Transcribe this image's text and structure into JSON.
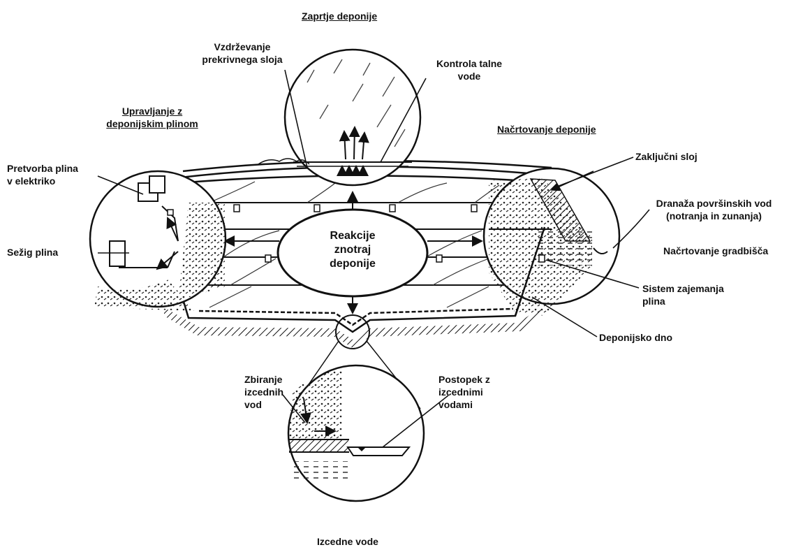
{
  "headings": {
    "closure": "Zaprtje deponije",
    "gas_management": [
      "Upravljanje z",
      "deponijskim plinom"
    ],
    "design": "Načrtovanje deponije"
  },
  "labels": {
    "cover_maintenance": [
      "Vzdrževanje",
      "prekrivnega sloja"
    ],
    "groundwater_control": [
      "Kontrola talne",
      "vode"
    ],
    "gas_to_power": [
      "Pretvorba plina",
      "v elektriko"
    ],
    "gas_flare": "Sežig plina",
    "final_cover": "Zaključni sloj",
    "surface_drainage": [
      "Dranaža površinskih vod",
      "(notranja in zunanja)"
    ],
    "site_planning": "Načrtovanje gradbišča",
    "gas_collection": [
      "Sistem zajemanja",
      "plina"
    ],
    "landfill_bottom": "Deponijsko dno",
    "center_reactions": [
      "Reakcije",
      "znotraj",
      "deponije"
    ],
    "leachate_collection": [
      "Zbiranje",
      "izcednih",
      "vod"
    ],
    "leachate_treatment": [
      "Postopek z",
      "izcednimi",
      "vodami"
    ],
    "leachate": "Izcedne vode"
  },
  "colors": {
    "ink": "#111111",
    "paper": "#ffffff"
  }
}
